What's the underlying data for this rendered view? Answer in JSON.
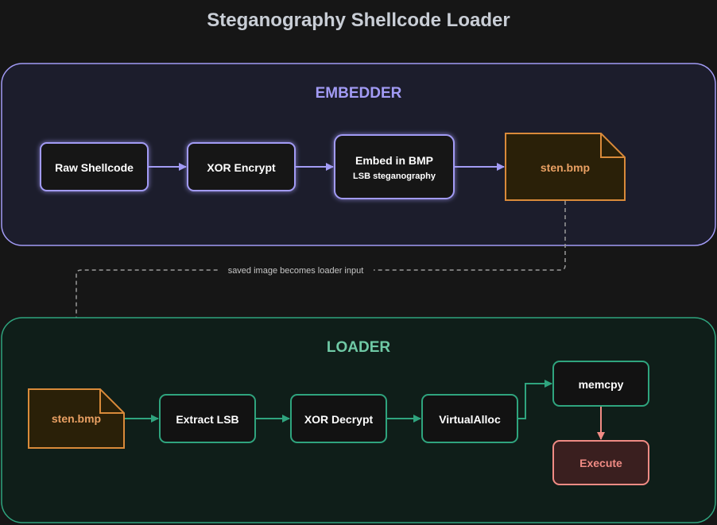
{
  "title": "Steganography Shellcode Loader",
  "colors": {
    "background": "#161616",
    "embedder_accent": "#a29bf5",
    "loader_accent": "#2fa47e",
    "file_accent": "#d98a3a",
    "execute_accent": "#f08b84",
    "connector": "#9a9a9a"
  },
  "embedder": {
    "label": "EMBEDDER",
    "nodes": {
      "raw_shellcode": "Raw Shellcode",
      "xor_encrypt": "XOR Encrypt",
      "embed_bmp": "Embed in BMP",
      "embed_bmp_sub": "LSB steganography",
      "file": "sten.bmp"
    }
  },
  "connector_label": "saved image becomes loader input",
  "loader": {
    "label": "LOADER",
    "nodes": {
      "file": "sten.bmp",
      "extract_lsb": "Extract LSB",
      "xor_decrypt": "XOR Decrypt",
      "virtualalloc": "VirtualAlloc",
      "memcpy": "memcpy",
      "execute": "Execute"
    }
  }
}
